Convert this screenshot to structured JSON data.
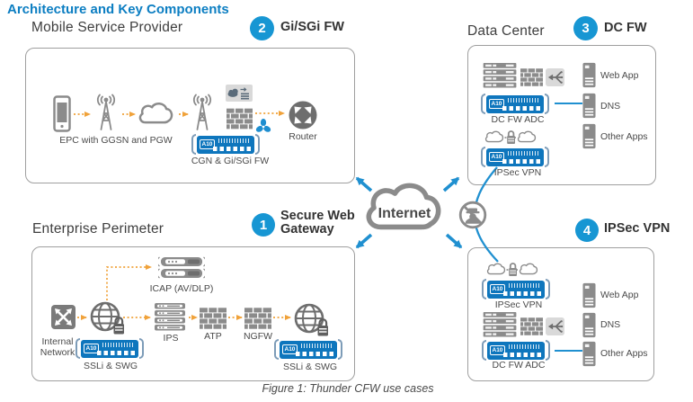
{
  "title": "Architecture and Key Components",
  "caption": "Figure 1: Thunder CFW use cases",
  "appliance_logo": "A10",
  "internet": {
    "label": "Internet"
  },
  "colors": {
    "title_blue": "#0c7ec2",
    "badge_blue": "#1796d3",
    "appliance_blue": "#0e76bd",
    "icon_gray": "#8b8b8b",
    "arrow_amber": "#f0a23a",
    "line_blue": "#2090d0"
  },
  "icons": {
    "phone-icon": "smartphone outline",
    "cell-tower-icon": "radio antenna with waves",
    "cloud-icon": "cloud outline",
    "cloud-mgmt-tile-icon": "tile with cloud and stat lines",
    "firewall-brick-icon": "brick wall",
    "fan-icon": "three-blade propeller",
    "router-icon": "circle with four arrows",
    "server-rack-icon": "stacked rack units",
    "server-tower-icon": "vertical server",
    "load-balancer-icon": "tile with branching arrow",
    "cloud-lock-cloud-icon": "two clouds joined by a lock",
    "globe-lock-icon": "globe with padlock",
    "switch-icon": "square with crossed arrows",
    "ips-stack-icon": "stack of appliances",
    "icap-servers-icon": "two 1U appliances",
    "no-eavesdropping-icon": "crossed-out spy in circle",
    "internet-cloud-icon": "large cloud outline"
  },
  "sections": {
    "mobile": {
      "title": "Mobile Service Provider",
      "badge_number": "2",
      "badge_label": "Gi/SGi FW",
      "epc_label": "EPC with GGSN and PGW",
      "appliance_label": "CGN & Gi/SGi FW",
      "router_label": "Router"
    },
    "datacenter": {
      "title": "Data Center",
      "badge_number": "3",
      "badge_label": "DC FW",
      "adc_label": "DC FW ADC",
      "vpn_label": "IPSec VPN",
      "servers": [
        "Web App",
        "DNS",
        "Other Apps"
      ]
    },
    "enterprise": {
      "title": "Enterprise Perimeter",
      "badge_number": "1",
      "badge_label": "Secure Web Gateway",
      "icap_label": "ICAP (AV/DLP)",
      "internal_label": "Internal Network",
      "ips_label": "IPS",
      "atp_label": "ATP",
      "ngfw_label": "NGFW",
      "ssli_left_label": "SSLi & SWG",
      "ssli_right_label": "SSLi & SWG"
    },
    "ipsec": {
      "badge_number": "4",
      "badge_label": "IPSec VPN",
      "vpn_label": "IPSec VPN",
      "adc_label": "DC FW ADC",
      "servers": [
        "Web App",
        "DNS",
        "Other Apps"
      ]
    }
  }
}
